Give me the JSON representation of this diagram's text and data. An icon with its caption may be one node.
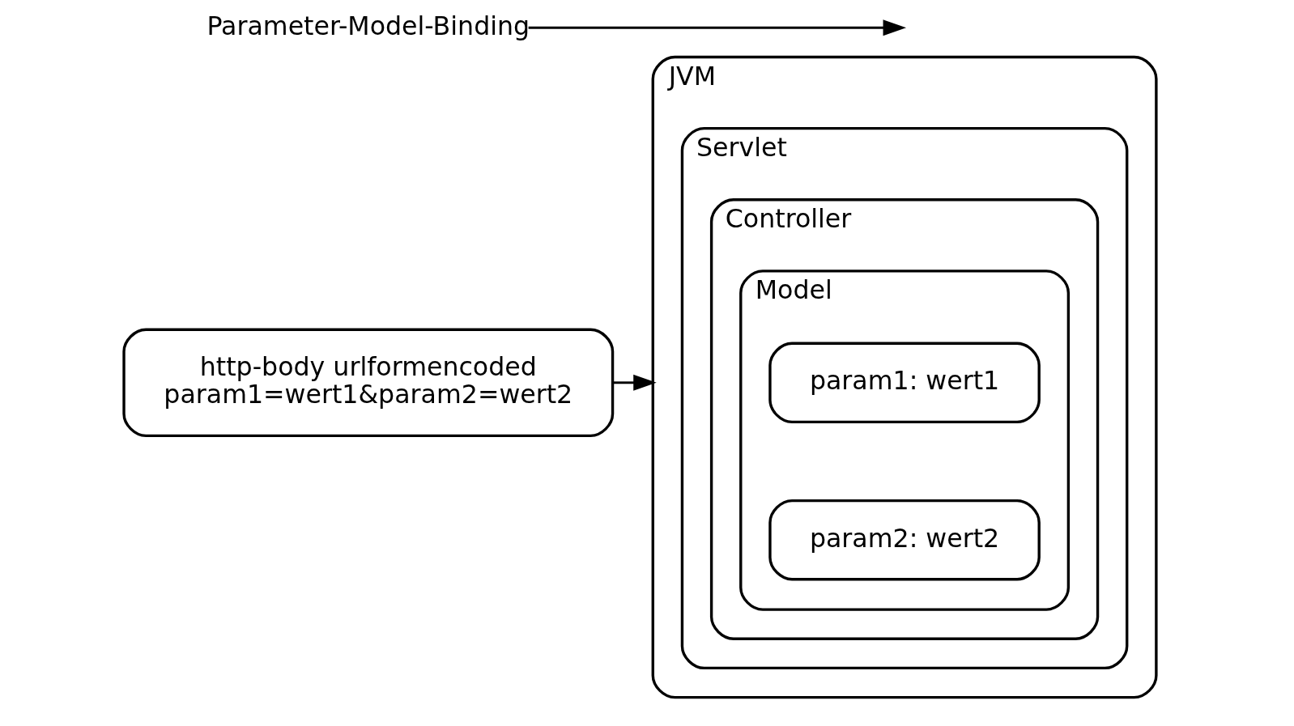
{
  "diagram": {
    "nodes": [
      {
        "text": [
          "http-body urlformencoded",
          "param1=wert1&param2=wert2"
        ]
      },
      {
        "text": [
          "JVM"
        ]
      },
      {
        "text": [
          "Servlet"
        ],
        "in": 1
      },
      {
        "text": [
          "Controller"
        ],
        "in": 2
      },
      {
        "text": [
          "Model"
        ],
        "in": 3
      },
      {
        "text": [
          "param1: wert1"
        ],
        "in": 4
      },
      {
        "text": [
          "param2: wert2"
        ],
        "in": 4
      },
      {
        "text": [
          "Parameter-Model-Binding"
        ]
      }
    ],
    "edges": [
      {
        "from": 0,
        "to": 1,
        "arrow": "to"
      },
      {
        "from": 7,
        "to": null,
        "arrow": "to"
      }
    ]
  }
}
